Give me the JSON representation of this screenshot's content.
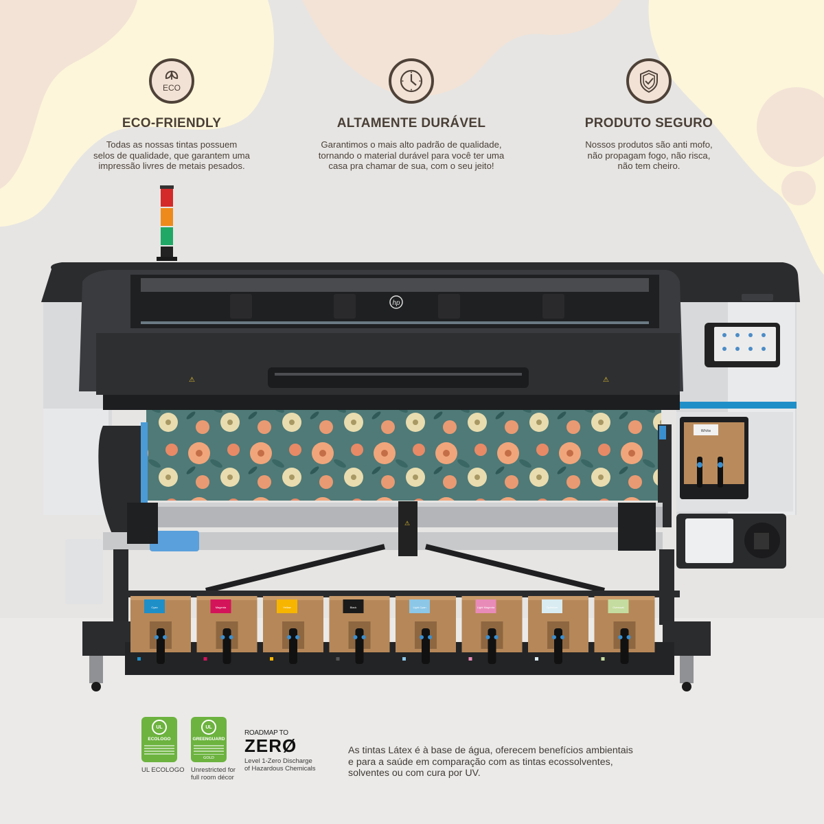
{
  "colors": {
    "background_gray": "#e6e5e3",
    "cream": "#fdf6da",
    "peach": "#f3e3d6",
    "text_brown": "#4a3f36",
    "cert_green": "#6cb33f"
  },
  "features": [
    {
      "icon": "eco-leaf-icon",
      "icon_text": "ECO",
      "title": "ECO-FRIENDLY",
      "description": "Todas as nossas tintas possuem\nselos de qualidade,  que garantem uma\nimpressão livres de metais pesados."
    },
    {
      "icon": "clock-icon",
      "title": "ALTAMENTE DURÁVEL",
      "description": "Garantimos o mais alto padrão de qualidade,\ntornando o material durável para você ter uma\ncasa pra chamar de sua, com o seu jeito!"
    },
    {
      "icon": "shield-check-icon",
      "title": "PRODUTO SEGURO",
      "description": "Nossos produtos são anti mofo,\nnão propagam fogo, não risca,\nnão tem cheiro."
    }
  ],
  "printer": {
    "brand": "hp",
    "warning_symbol": "⚠",
    "ink_cartridges": [
      {
        "label": "Cyan",
        "color": "#1f8fc8"
      },
      {
        "label": "Magenta",
        "color": "#d4145a"
      },
      {
        "label": "Yellow",
        "color": "#f7b500"
      },
      {
        "label": "Black",
        "color": "#1a1a1a"
      },
      {
        "label": "Light Cyan",
        "color": "#8cc7e8"
      },
      {
        "label": "Light Magenta",
        "color": "#e98bb8"
      },
      {
        "label": "Optimizer",
        "color": "#d9ecf2"
      },
      {
        "label": "Overcoat",
        "color": "#c5dca0"
      }
    ],
    "white_cartridge_label": "White",
    "light_tower": [
      "#d42a2a",
      "#ee8a1c",
      "#1fa866"
    ]
  },
  "certifications": [
    {
      "badge_name": "ECOLOGO",
      "ul_mark": "UL",
      "caption": "UL ECOLOGO"
    },
    {
      "badge_name": "GREENGUARD",
      "ul_mark": "UL",
      "badge_footer": "GOLD",
      "caption": "Unrestricted for\nfull room décor"
    }
  ],
  "roadmap": {
    "top": "ROADMAP TO",
    "logo": "ZERØ",
    "caption": "Level 1-Zero Discharge\nof Hazardous Chemicals"
  },
  "bottom_text": "As tintas Látex é à base de água, oferecem benefícios ambientais\ne para a saúde em comparação com as tintas ecossolventes,\nsolventes ou com cura por UV."
}
